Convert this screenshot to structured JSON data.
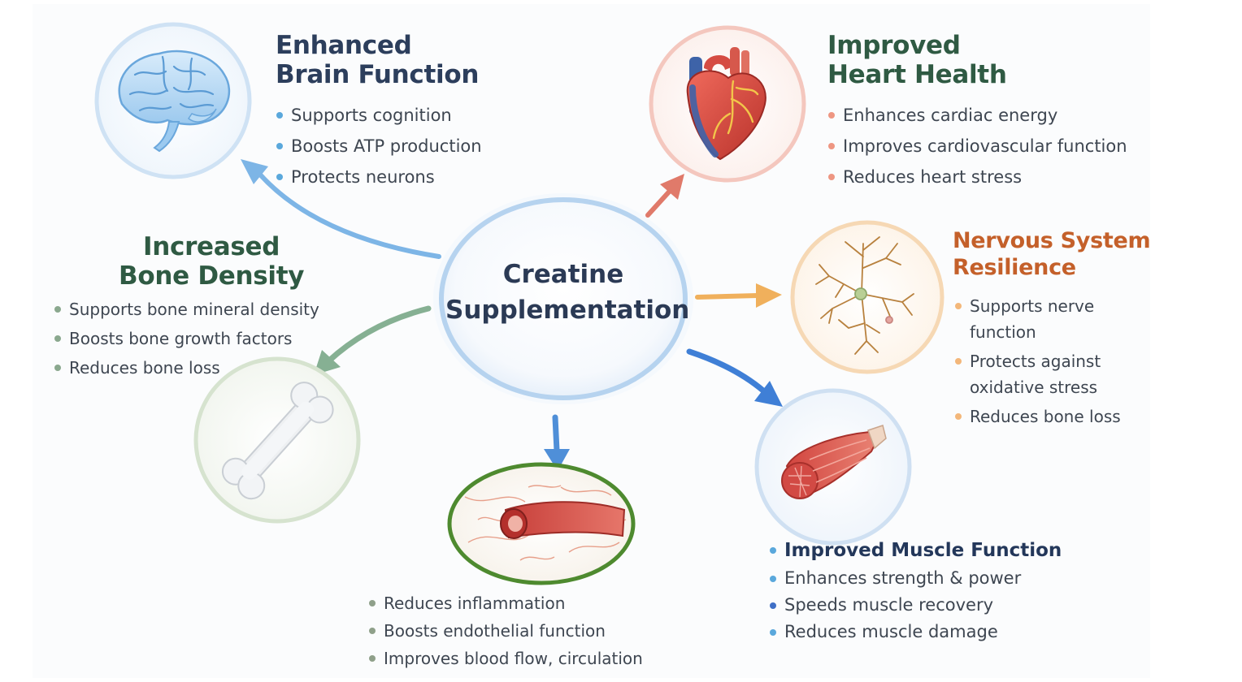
{
  "center": {
    "line1": "Creatine",
    "line2": "Supplementation"
  },
  "nodes": {
    "brain": {
      "title_line1": "Enhanced",
      "title_line2": "Brain Function",
      "bullets": [
        "Supports cognition",
        "Boosts ATP production",
        "Protects neurons"
      ],
      "icon": "brain-icon",
      "color": "#2c3e5c",
      "dot": "#5aa8dc"
    },
    "heart": {
      "title_line1": "Improved",
      "title_line2": "Heart Health",
      "bullets": [
        "Enhances cardiac energy",
        "Improves cardiovascular function",
        "Reduces heart stress"
      ],
      "icon": "heart-icon",
      "color": "#2f5a43",
      "dot": "#ee9682"
    },
    "bone": {
      "title_line1": "Increased",
      "title_line2": "Bone Density",
      "bullets": [
        "Supports bone mineral density",
        "Boosts bone growth factors",
        "Reduces bone loss"
      ],
      "icon": "bone-icon",
      "color": "#2f5a43",
      "dot": "#8aa88e"
    },
    "nervous": {
      "title_line1": "Nervous System",
      "title_line2": "Resilience",
      "bullets": [
        "Supports nerve",
        "function",
        "Protects against",
        "oxidative stress",
        "Reduces bone loss"
      ],
      "icon": "neuron-icon",
      "color": "#c4602a",
      "dot": "#f3b77a"
    },
    "muscle": {
      "title": "Improved Muscle Function",
      "bullets": [
        "Enhances strength & power",
        "Speeds muscle recovery",
        "Reduces muscle damage"
      ],
      "icon": "muscle-icon",
      "color": "#23375a",
      "dot": "#5aa8dc",
      "dot_alt": "#3f6fc6"
    },
    "vessel": {
      "bullets": [
        "Reduces inflammation",
        "Boosts endothelial function",
        "Improves blood flow, circulation"
      ],
      "icon": "blood-vessel-icon",
      "dot": "#8fa08a"
    }
  },
  "colors": {
    "center_ring": "#b6d3ef",
    "brain_ring": "#cfe2f4",
    "heart_ring": "#f4c7be",
    "bone_ring": "#d6e3cf",
    "nervous_ring": "#f6d8b4",
    "muscle_ring": "#cfe0f2",
    "vessel_ring": "#4e8a2f",
    "arrow_brain": "#7db5e6",
    "arrow_heart": "#e07a6a",
    "arrow_bone": "#86b093",
    "arrow_nervous": "#f0b05c",
    "arrow_muscle": "#3f7fd6",
    "arrow_vessel": "#4f8fd8"
  }
}
